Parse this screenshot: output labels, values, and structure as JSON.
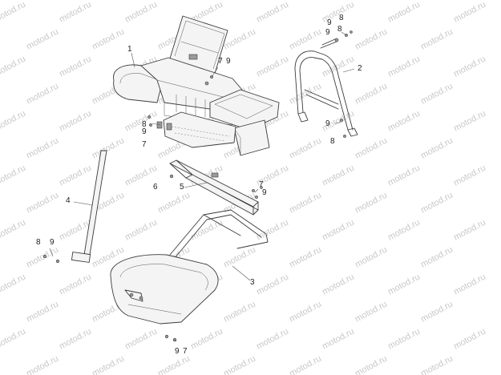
{
  "watermark": {
    "text": "motod.ru"
  },
  "callouts": [
    {
      "id": "c1",
      "label": "1"
    },
    {
      "id": "c7a",
      "label": "7"
    },
    {
      "id": "c9a",
      "label": "9"
    },
    {
      "id": "c9b",
      "label": "9"
    },
    {
      "id": "c8a",
      "label": "8"
    },
    {
      "id": "c2",
      "label": "2"
    },
    {
      "id": "c8b",
      "label": "8"
    },
    {
      "id": "c9c",
      "label": "9"
    },
    {
      "id": "c7b",
      "label": "7"
    },
    {
      "id": "c8c",
      "label": "8"
    },
    {
      "id": "c9d",
      "label": "9"
    },
    {
      "id": "c6",
      "label": "6"
    },
    {
      "id": "c5",
      "label": "5"
    },
    {
      "id": "c7c",
      "label": "7"
    },
    {
      "id": "c9e",
      "label": "9"
    },
    {
      "id": "c4",
      "label": "4"
    },
    {
      "id": "c8d",
      "label": "8"
    },
    {
      "id": "c9f",
      "label": "9"
    },
    {
      "id": "c3",
      "label": "3"
    },
    {
      "id": "c9g",
      "label": "9"
    },
    {
      "id": "c7d",
      "label": "7"
    },
    {
      "id": "c8e",
      "label": "8"
    },
    {
      "id": "c9h",
      "label": "9"
    }
  ],
  "colors": {
    "line": "#3a3a3a",
    "watermark": "#c8c8c8"
  }
}
